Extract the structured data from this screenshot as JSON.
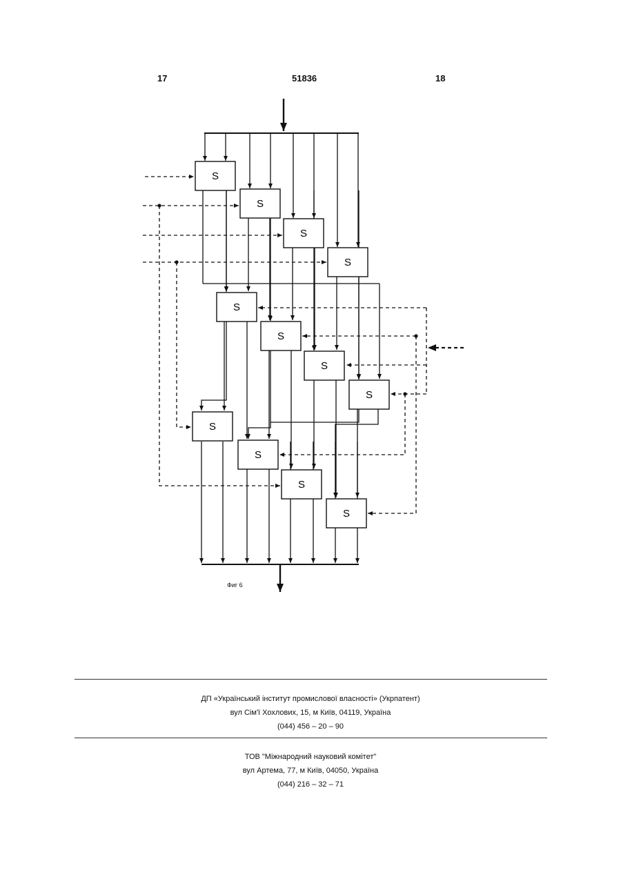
{
  "header": {
    "page_left": "17",
    "patent_number": "51836",
    "page_right": "18"
  },
  "figure": {
    "block_label": "S",
    "caption": "Фиг 6"
  },
  "footer": {
    "publisher_1": {
      "name": "ДП «Український інститут промислової власності» (Укрпатент)",
      "address": "вул  Сім'ї Хохлових, 15, м  Київ, 04119, Україна",
      "phone": "(044) 456 – 20 –  90"
    },
    "publisher_2": {
      "name": "ТОВ \"Міжнародний науковий комітет\"",
      "address": "вул  Артема, 77, м  Київ, 04050, Україна",
      "phone": "(044) 216 – 32 – 71"
    }
  }
}
